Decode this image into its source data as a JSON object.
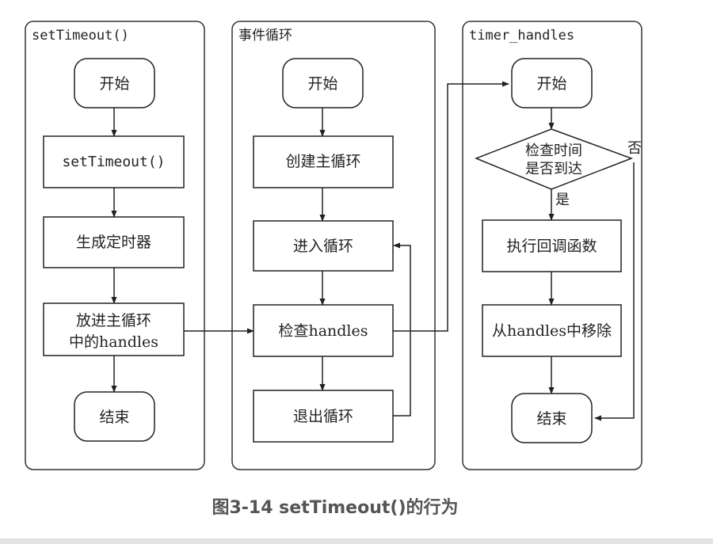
{
  "panels": {
    "left": {
      "title": "setTimeout()",
      "nodes": {
        "start": "开始",
        "call": "setTimeout()",
        "create_timer": "生成定时器",
        "push_line1": "放进主循环",
        "push_line2": "中的handles",
        "end": "结束"
      }
    },
    "middle": {
      "title": "事件循环",
      "nodes": {
        "start": "开始",
        "create_loop": "创建主循环",
        "enter_loop": "进入循环",
        "check_handles": "检查handles",
        "exit_loop": "退出循环"
      }
    },
    "right": {
      "title": "timer_handles",
      "nodes": {
        "start": "开始",
        "decision_line1": "检查时间",
        "decision_line2": "是否到达",
        "yes": "是",
        "no": "否",
        "run_callback": "执行回调函数",
        "remove": "从handles中移除",
        "end": "结束"
      }
    }
  },
  "caption": "图3-14 setTimeout()的行为"
}
